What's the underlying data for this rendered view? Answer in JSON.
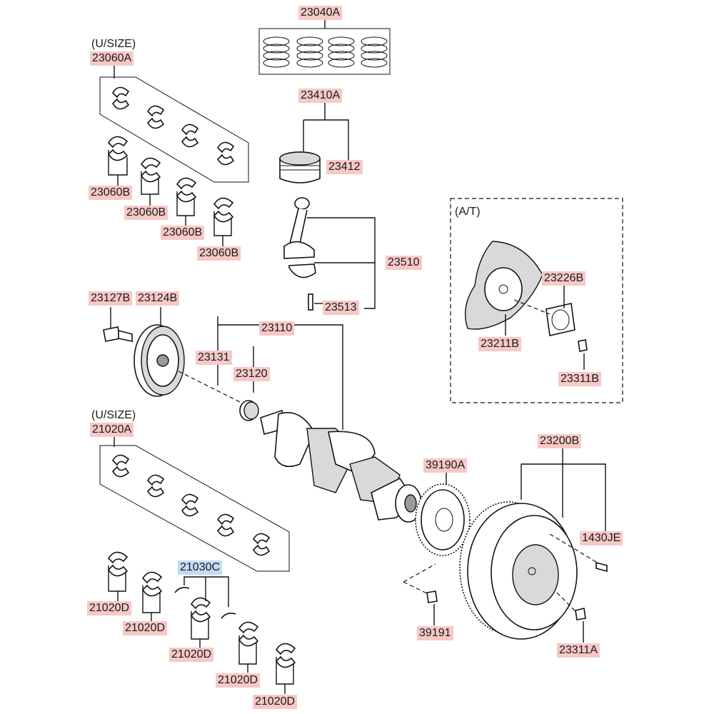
{
  "labels": {
    "piston_ring_set": "23040A",
    "conrod_bearing_set": "23060A",
    "conrod_bearing_1": "23060B",
    "conrod_bearing_2": "23060B",
    "conrod_bearing_3": "23060B",
    "conrod_bearing_4": "23060B",
    "piston_assy": "23410A",
    "piston_pin": "23412",
    "connecting_rod": "23510",
    "conrod_bolt": "23513",
    "pulley_bolt": "23127B",
    "damper_pulley": "23124B",
    "crankshaft": "23110",
    "woodruff_key": "23131",
    "sprocket": "23120",
    "drive_plate": "23226B",
    "drive_plate_adapter": "23211B",
    "drive_plate_bolt": "23311B",
    "main_bearing_set": "21020A",
    "thrust_bearing": "21030C",
    "main_bearing_1": "21020D",
    "main_bearing_2": "21020D",
    "main_bearing_3": "21020D",
    "main_bearing_4": "21020D",
    "main_bearing_5": "21020D",
    "reluctor_ring": "39190A",
    "reluctor_bolt": "39191",
    "flywheel": "23200B",
    "dowel_pin": "1430JE",
    "flywheel_bolt": "23311A"
  },
  "notes": {
    "undersize_top": "(U/SIZE)",
    "undersize_bottom": "(U/SIZE)",
    "automatic_transmission": "(A/T)"
  },
  "colors": {
    "label_highlight": "#f6c9c6",
    "selected_label_highlight": "#c3daf3",
    "line": "#111111"
  }
}
